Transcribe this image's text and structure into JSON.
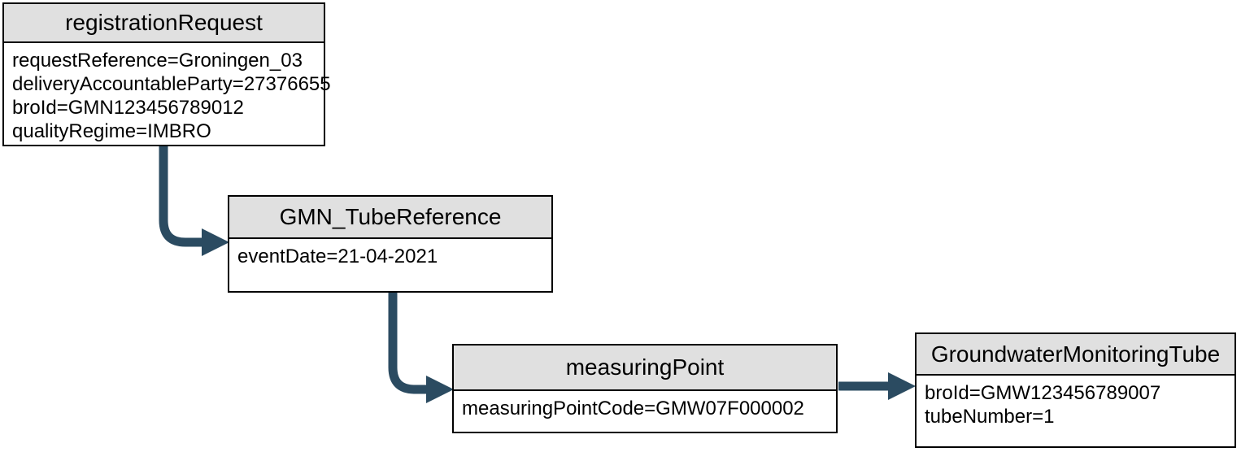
{
  "diagram": {
    "colors": {
      "background": "#ffffff",
      "node_header_bg": "#e0e0e0",
      "node_border": "#000000",
      "arrow": "#2b4b61"
    },
    "nodes": [
      {
        "title": "registrationRequest",
        "fields": [
          "requestReference=Groningen_03",
          "deliveryAccountableParty=27376655",
          "broId=GMN123456789012",
          "qualityRegime=IMBRO"
        ]
      },
      {
        "title": "GMN_TubeReference",
        "fields": [
          "eventDate=21-04-2021"
        ]
      },
      {
        "title": "measuringPoint",
        "fields": [
          "measuringPointCode=GMW07F000002"
        ]
      },
      {
        "title": "GroundwaterMonitoringTube",
        "fields": [
          "broId=GMW123456789007",
          "tubeNumber=1"
        ]
      }
    ],
    "edges": [
      {
        "from": "registrationRequest",
        "to": "GMN_TubeReference"
      },
      {
        "from": "GMN_TubeReference",
        "to": "measuringPoint"
      },
      {
        "from": "measuringPoint",
        "to": "GroundwaterMonitoringTube"
      }
    ]
  }
}
